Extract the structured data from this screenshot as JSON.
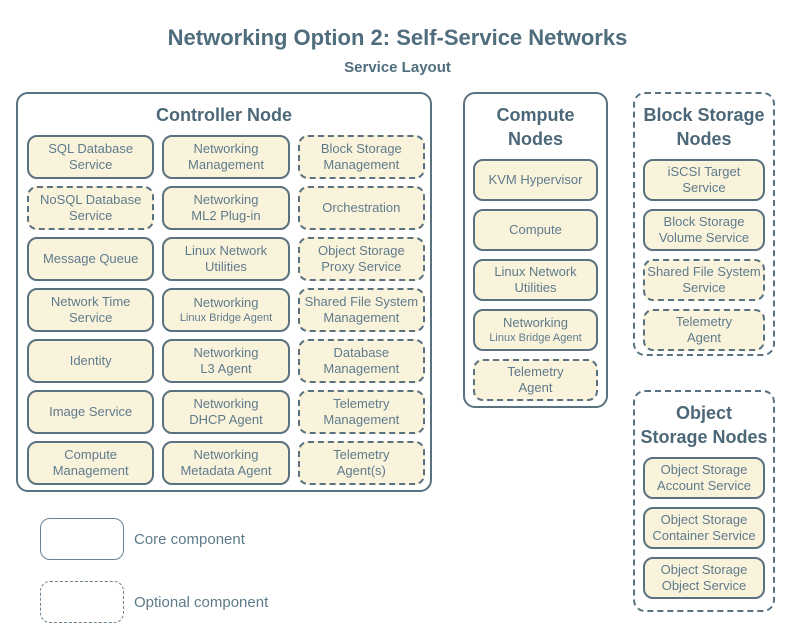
{
  "title": "Networking Option 2: Self-Service Networks",
  "subtitle": "Service Layout",
  "colors": {
    "background": "#ffffff",
    "box_fill": "#faf3dc",
    "border": "#5a717f",
    "text": "#5e7b8b",
    "heading": "#4c6878"
  },
  "legend": {
    "core": "Core component",
    "optional": "Optional component"
  },
  "controller": {
    "title_lines": [
      "Controller Node"
    ],
    "services": [
      {
        "lines": [
          "SQL Database",
          "Service"
        ],
        "optional": false
      },
      {
        "lines": [
          "Networking",
          "Management"
        ],
        "optional": false
      },
      {
        "lines": [
          "Block Storage",
          "Management"
        ],
        "optional": true
      },
      {
        "lines": [
          "NoSQL Database",
          "Service"
        ],
        "optional": true
      },
      {
        "lines": [
          "Networking",
          "ML2 Plug-in"
        ],
        "optional": false
      },
      {
        "lines": [
          "Orchestration"
        ],
        "optional": true
      },
      {
        "lines": [
          "Message Queue"
        ],
        "optional": false
      },
      {
        "lines": [
          "Linux Network",
          "Utilities"
        ],
        "optional": false
      },
      {
        "lines": [
          "Object Storage",
          "Proxy Service"
        ],
        "optional": true
      },
      {
        "lines": [
          "Network Time",
          "Service"
        ],
        "optional": false
      },
      {
        "lines": [
          "Networking",
          "Linux Bridge Agent"
        ],
        "optional": false,
        "sub_small": true
      },
      {
        "lines": [
          "Shared File System",
          "Management"
        ],
        "optional": true
      },
      {
        "lines": [
          "Identity"
        ],
        "optional": false
      },
      {
        "lines": [
          "Networking",
          "L3 Agent"
        ],
        "optional": false
      },
      {
        "lines": [
          "Database",
          "Management"
        ],
        "optional": true
      },
      {
        "lines": [
          "Image Service"
        ],
        "optional": false
      },
      {
        "lines": [
          "Networking",
          "DHCP Agent"
        ],
        "optional": false
      },
      {
        "lines": [
          "Telemetry",
          "Management"
        ],
        "optional": true
      },
      {
        "lines": [
          "Compute",
          "Management"
        ],
        "optional": false
      },
      {
        "lines": [
          "Networking",
          "Metadata Agent"
        ],
        "optional": false
      },
      {
        "lines": [
          "Telemetry",
          "Agent(s)"
        ],
        "optional": true
      }
    ]
  },
  "compute": {
    "title_lines": [
      "Compute",
      "Nodes"
    ],
    "services": [
      {
        "lines": [
          "KVM Hypervisor"
        ],
        "optional": false
      },
      {
        "lines": [
          "Compute"
        ],
        "optional": false
      },
      {
        "lines": [
          "Linux Network",
          "Utilities"
        ],
        "optional": false
      },
      {
        "lines": [
          "Networking",
          "Linux Bridge Agent"
        ],
        "optional": false,
        "sub_small": true
      },
      {
        "lines": [
          "Telemetry",
          "Agent"
        ],
        "optional": true
      }
    ]
  },
  "block_storage": {
    "title_lines": [
      "Block Storage",
      "Nodes"
    ],
    "services": [
      {
        "lines": [
          "iSCSI Target",
          "Service"
        ],
        "optional": false
      },
      {
        "lines": [
          "Block Storage",
          "Volume Service"
        ],
        "optional": false
      },
      {
        "lines": [
          "Shared File System",
          "Service"
        ],
        "optional": true
      },
      {
        "lines": [
          "Telemetry",
          "Agent"
        ],
        "optional": true
      }
    ]
  },
  "object_storage": {
    "title_lines": [
      "Object",
      "Storage Nodes"
    ],
    "services": [
      {
        "lines": [
          "Object Storage",
          "Account Service"
        ],
        "optional": false
      },
      {
        "lines": [
          "Object Storage",
          "Container Service"
        ],
        "optional": false
      },
      {
        "lines": [
          "Object Storage",
          "Object Service"
        ],
        "optional": false
      }
    ]
  }
}
